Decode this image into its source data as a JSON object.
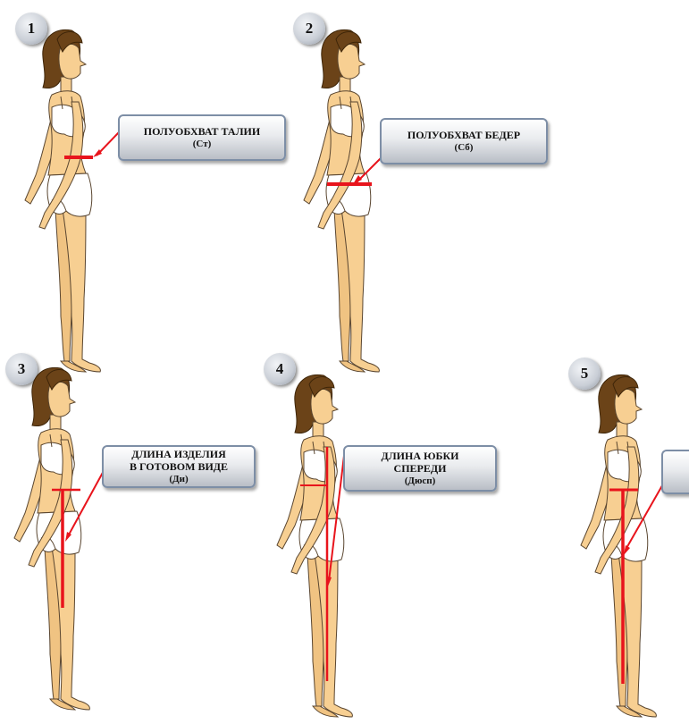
{
  "panels": [
    {
      "number": "1",
      "label_lines": [
        "ПОЛУОБХВАТ ТАЛИИ"
      ],
      "abbrev": "(Ст)"
    },
    {
      "number": "2",
      "label_lines": [
        "ПОЛУОБХВАТ БЕДЕР"
      ],
      "abbrev": "(Сб)"
    },
    {
      "number": "3",
      "label_lines": [
        "ДЛИНА ИЗДЕЛИЯ",
        "В ГОТОВОМ ВИДЕ"
      ],
      "abbrev": "(Ди)"
    },
    {
      "number": "4",
      "label_lines": [
        "ДЛИНА ЮБКИ",
        "СПЕРЕДИ"
      ],
      "abbrev": "(Дюсп)"
    },
    {
      "number": "5",
      "label_lines": [],
      "abbrev": ""
    }
  ],
  "colors": {
    "skin": "#f7cf92",
    "skin_outline": "#5a4630",
    "hair": "#6b4318",
    "underwear": "#ffffff",
    "measure_line": "#e8141c",
    "badge": "#c9ced6",
    "label_border": "#7d8ea6"
  },
  "icons": [
    "female-figure-icon",
    "measurement-line-icon"
  ]
}
